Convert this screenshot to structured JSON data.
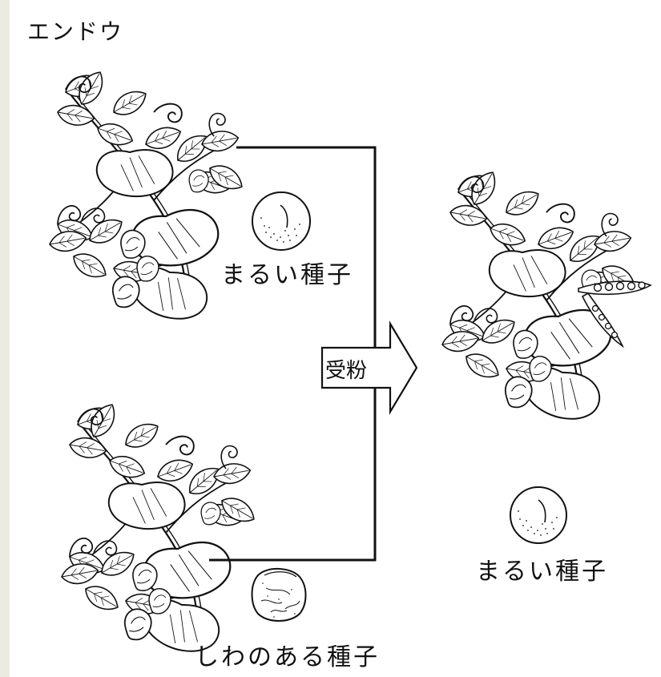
{
  "title": "エンドウ",
  "labels": {
    "round_seed_parent": "まるい種子",
    "wrinkled_seed_parent": "しわのある種子",
    "pollination": "受粉",
    "round_seed_offspring": "まるい種子"
  },
  "colors": {
    "line": "#111111",
    "leaf_fill": "#ffffff",
    "frame_outside": "#ecebe2"
  }
}
